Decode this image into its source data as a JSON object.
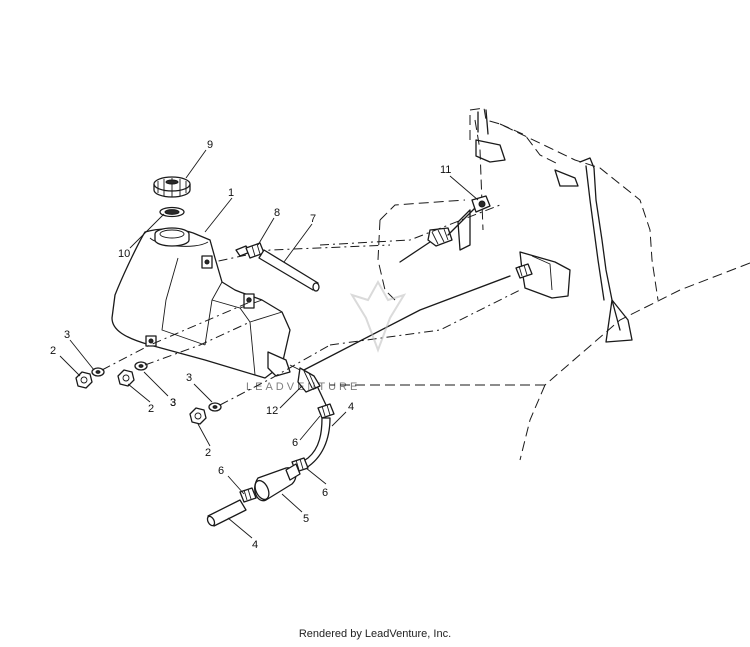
{
  "callouts": [
    "9",
    "1",
    "8",
    "7",
    "10",
    "11",
    "3",
    "2",
    "3",
    "2",
    "3",
    "3",
    "2",
    "12",
    "4",
    "6",
    "6",
    "6",
    "5",
    "4"
  ],
  "watermark": "LEADVENTURE",
  "footer": "Rendered by LeadVenture, Inc."
}
